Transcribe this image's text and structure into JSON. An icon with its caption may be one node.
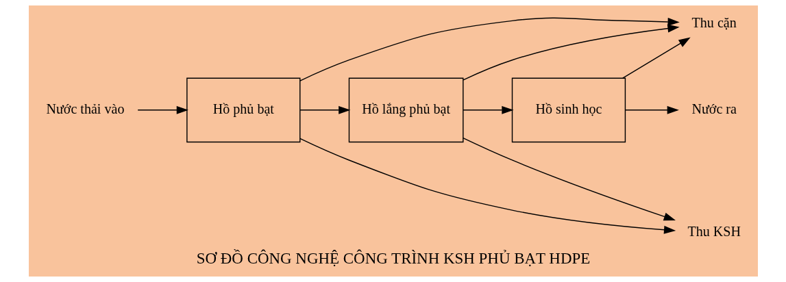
{
  "diagram": {
    "title": "SƠ ĐỒ CÔNG NGHỆ CÔNG TRÌNH KSH PHỦ BẠT HDPE",
    "nodes": [
      {
        "text": [
          "Nước thải vào"
        ]
      },
      {
        "text": [
          "Hồ phủ bạt"
        ]
      },
      {
        "text": [
          "Hồ lắng phủ bạt"
        ]
      },
      {
        "text": [
          "Hồ sinh học"
        ]
      },
      {
        "text": [
          "Nước ra"
        ]
      },
      {
        "text": [
          "Thu KSH"
        ]
      },
      {
        "text": [
          "Thu cặn"
        ]
      }
    ],
    "edges": [
      {
        "from": 0,
        "to": 1,
        "arrow": "to"
      },
      {
        "from": 1,
        "to": 2,
        "arrow": "to"
      },
      {
        "from": 2,
        "to": 3,
        "arrow": "to"
      },
      {
        "from": 3,
        "to": 4,
        "arrow": "to"
      },
      {
        "from": 1,
        "to": 5,
        "arrow": "to"
      },
      {
        "from": 2,
        "to": 5,
        "arrow": "to"
      },
      {
        "from": 1,
        "to": 6,
        "arrow": "to"
      },
      {
        "from": 2,
        "to": 6,
        "arrow": "to"
      },
      {
        "from": 3,
        "to": 6,
        "arrow": "to"
      }
    ]
  }
}
